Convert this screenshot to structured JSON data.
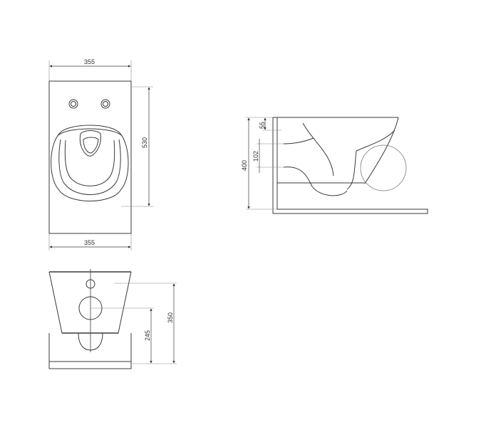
{
  "drawing": {
    "title": "Wall-hung toilet technical drawing",
    "colors": {
      "line": "#3a3a3a",
      "thin": "#7a7a7a",
      "background": "#ffffff"
    },
    "views": {
      "top": {
        "width_top": "355",
        "width_bottom": "355",
        "depth": "530"
      },
      "side": {
        "rim_offset": "55",
        "inlet_spacing": "102",
        "height": "400"
      },
      "front": {
        "outlet_height": "245",
        "inlet_height": "350"
      }
    }
  }
}
